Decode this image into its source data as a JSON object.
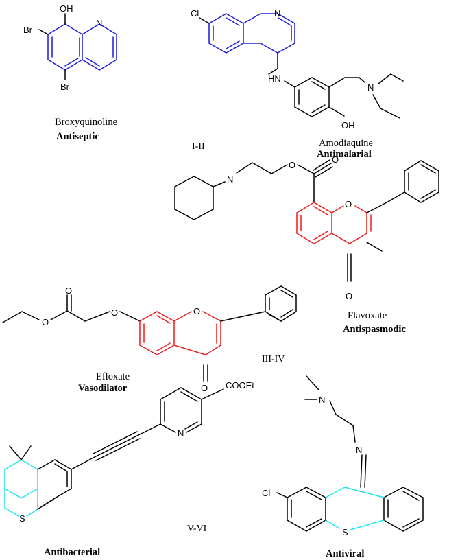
{
  "colors": {
    "quinoline_core": "#1c1cd6",
    "chromone_core": "#ee1c1c",
    "thiochromane_core": "#19e6ee",
    "bonds": "#000000"
  },
  "groups": {
    "g1": "I-II",
    "g2": "III-IV",
    "g3": "V-VI"
  },
  "compounds": {
    "broxyquinoline": {
      "name": "Broxyquinoline",
      "activity": "Antiseptic"
    },
    "amodiaquine": {
      "name": "Amodiaquine",
      "activity": "Antimalarial"
    },
    "flavoxate": {
      "name": "Flavoxate",
      "activity": "Antispasmodic"
    },
    "efloxate": {
      "name": "Efloxate",
      "activity": "Vasodilator"
    },
    "antibacterial": {
      "name": "",
      "activity": "Antibacterial"
    },
    "antiviral": {
      "name": "",
      "activity": "Antiviral"
    }
  },
  "atoms": {
    "OH": "OH",
    "Br": "Br",
    "N": "N",
    "Cl": "Cl",
    "HN": "HN",
    "O": "O",
    "S": "S",
    "COOEt": "COOEt"
  }
}
